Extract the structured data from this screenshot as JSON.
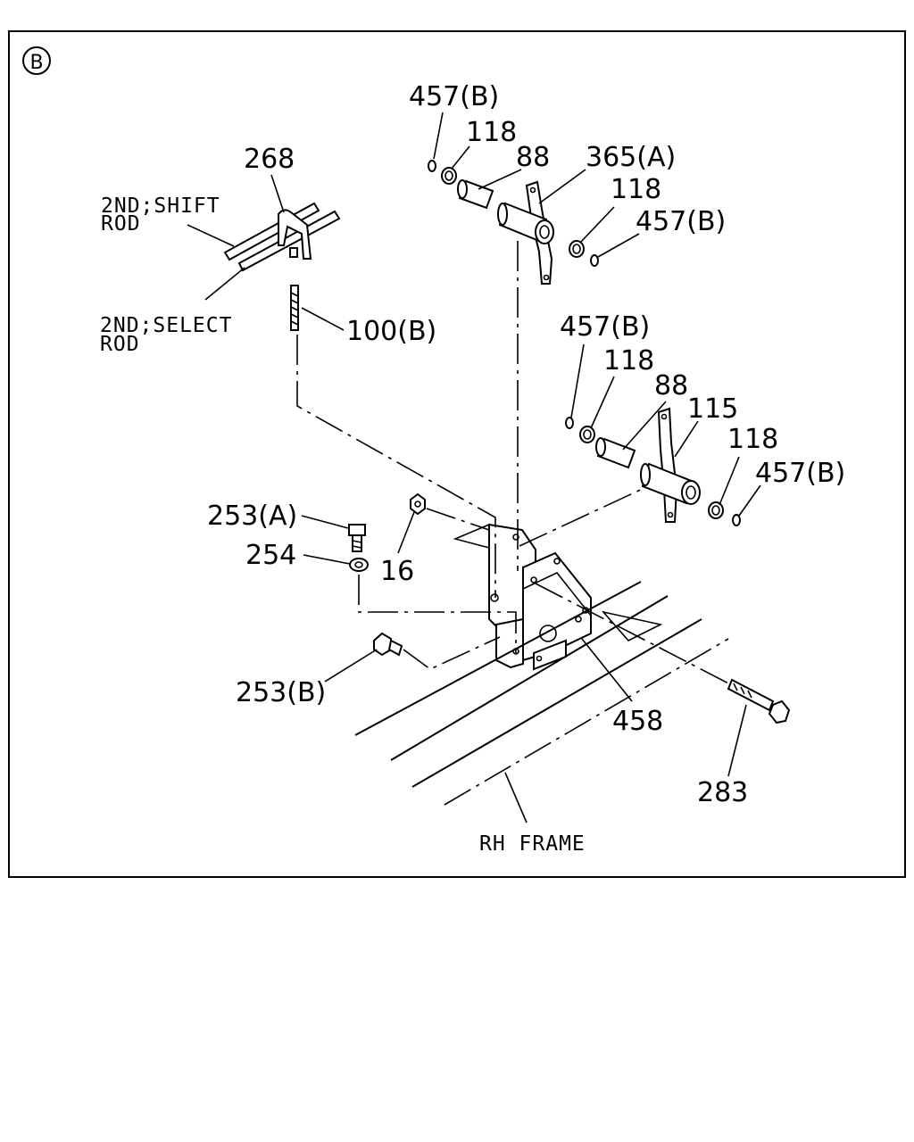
{
  "view_marker": "B",
  "labels": {
    "p457b_1": "457(B)",
    "p118_1": "118",
    "p88_1": "88",
    "p365a": "365(A)",
    "p118_2": "118",
    "p457b_2": "457(B)",
    "p268": "268",
    "shift_rod_1": "2ND;SHIFT",
    "shift_rod_2": "ROD",
    "select_rod_1": "2ND;SELECT",
    "select_rod_2": "ROD",
    "p100b": "100(B)",
    "p457b_3": "457(B)",
    "p118_3": "118",
    "p88_2": "88",
    "p115": "115",
    "p118_4": "118",
    "p457b_4": "457(B)",
    "p253a": "253(A)",
    "p254": "254",
    "p16": "16",
    "p253b": "253(B)",
    "p458": "458",
    "p283": "283",
    "rh_frame": "RH FRAME"
  }
}
